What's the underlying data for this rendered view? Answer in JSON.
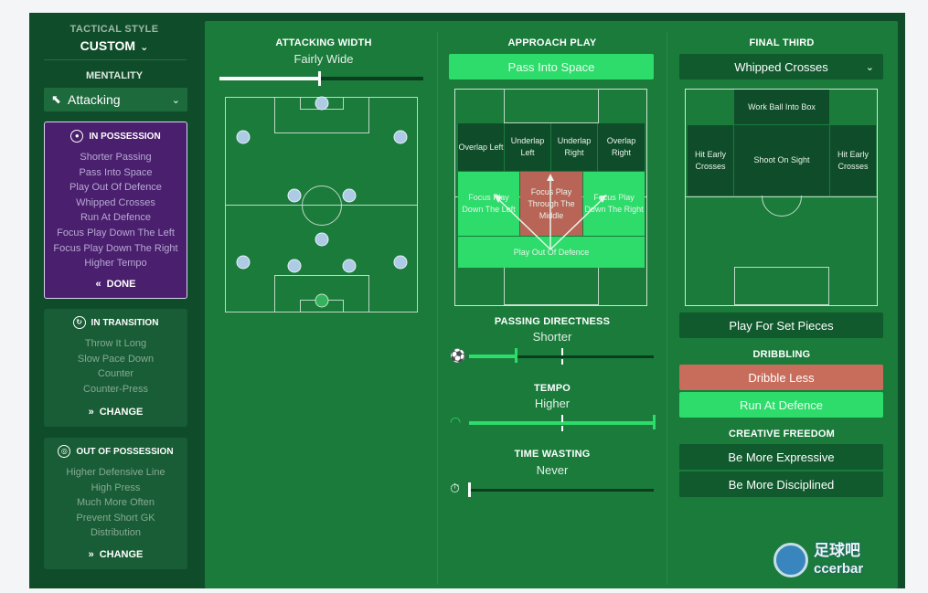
{
  "sidebar": {
    "tactical_style_label": "TACTICAL STYLE",
    "tactical_style_value": "CUSTOM",
    "mentality_label": "MENTALITY",
    "mentality_value": "Attacking",
    "in_possession": {
      "title": "IN POSSESSION",
      "items": [
        "Shorter Passing",
        "Pass Into Space",
        "Play Out Of Defence",
        "Whipped Crosses",
        "Run At Defence",
        "Focus Play Down The Left",
        "Focus Play Down The Right",
        "Higher Tempo"
      ],
      "action": "DONE"
    },
    "in_transition": {
      "title": "IN TRANSITION",
      "items": [
        "Throw It Long",
        "Slow Pace Down",
        "Counter",
        "Counter-Press"
      ],
      "action": "CHANGE"
    },
    "out_of_possession": {
      "title": "OUT OF POSSESSION",
      "items": [
        "Higher Defensive Line",
        "High Press",
        "Much More Often",
        "Prevent Short GK",
        "Distribution"
      ],
      "action": "CHANGE"
    }
  },
  "attacking_width": {
    "title": "ATTACKING WIDTH",
    "value": "Fairly Wide",
    "level": 0.5
  },
  "approach_play": {
    "title": "APPROACH PLAY",
    "selected": "Pass Into Space",
    "zones": {
      "overlap_left": "Overlap Left",
      "underlap_left": "Underlap Left",
      "underlap_right": "Underlap Right",
      "overlap_right": "Overlap Right",
      "focus_left": "Focus Play Down The Left",
      "focus_middle": "Focus Play Through The Middle",
      "focus_right": "Focus Play Down The Right",
      "play_out": "Play Out Of Defence"
    }
  },
  "passing_directness": {
    "title": "PASSING DIRECTNESS",
    "value": "Shorter",
    "level": 0.25
  },
  "tempo": {
    "title": "TEMPO",
    "value": "Higher",
    "level": 1.0
  },
  "time_wasting": {
    "title": "TIME WASTING",
    "value": "Never",
    "level": 0.0
  },
  "final_third": {
    "title": "FINAL THIRD",
    "selected": "Whipped Crosses",
    "zones": {
      "work_ball": "Work Ball Into Box",
      "hit_early_left": "Hit Early Crosses",
      "shoot": "Shoot On Sight",
      "hit_early_right": "Hit Early Crosses"
    },
    "set_pieces": "Play For Set Pieces"
  },
  "dribbling": {
    "title": "DRIBBLING",
    "dribble_less": "Dribble Less",
    "run_at_defence": "Run At Defence"
  },
  "creative_freedom": {
    "title": "CREATIVE FREEDOM",
    "more_expressive": "Be More Expressive",
    "more_disciplined": "Be More Disciplined"
  },
  "watermark": {
    "cn": "足球吧",
    "en": "ccerbar"
  },
  "colors": {
    "accent": "#2ddc6a",
    "panel": "#1a7b3b",
    "purple": "#4a1f6d",
    "red": "#c86c5c"
  }
}
